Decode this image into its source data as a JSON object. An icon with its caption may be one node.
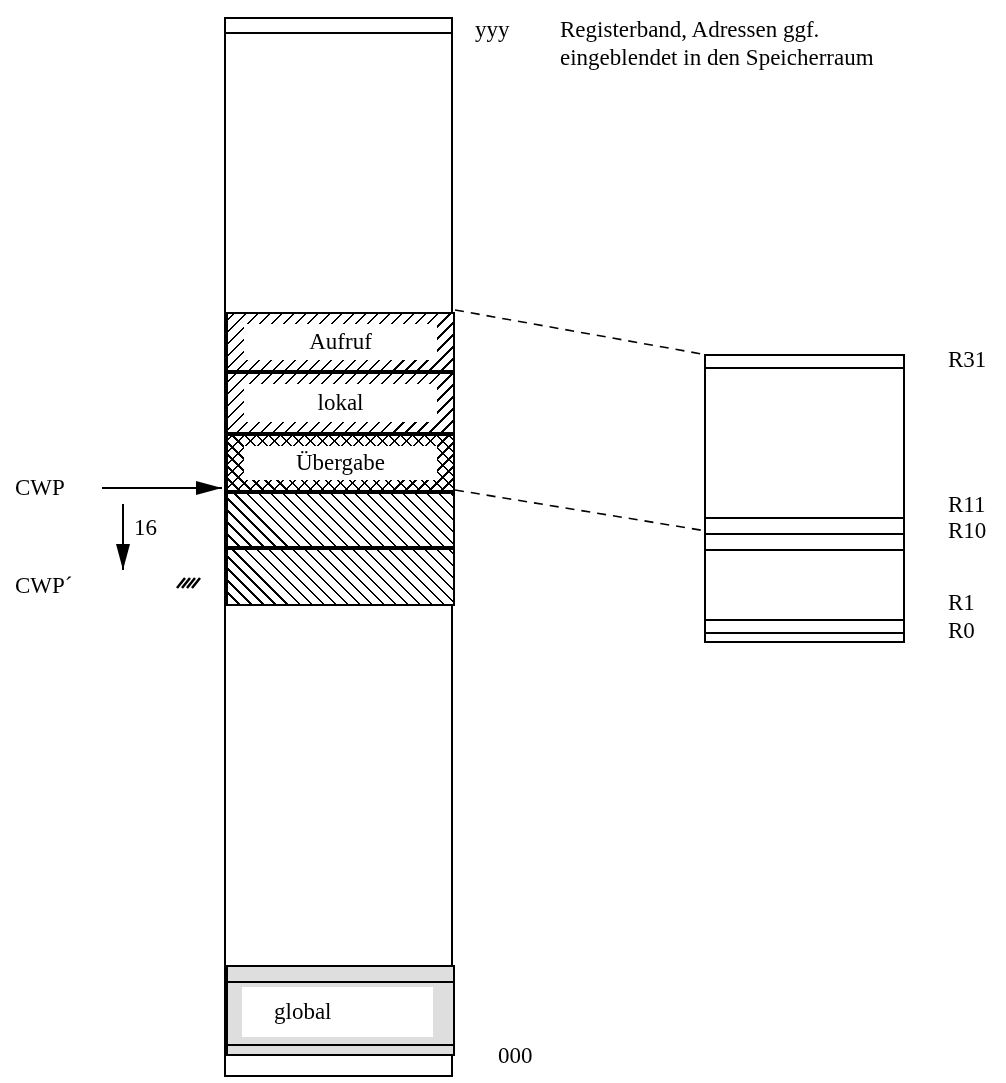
{
  "diagram": {
    "nodes": [
      {
        "text": [],
        "shape": "box"
      },
      {
        "text": [
          "Aufruf"
        ],
        "in": 0
      },
      {
        "text": [
          "lokal"
        ],
        "in": 0
      },
      {
        "text": [
          "Übergabe"
        ],
        "in": 0
      },
      {
        "text": [],
        "shape": "box",
        "in": 0
      },
      {
        "text": [],
        "shape": "box",
        "in": 0
      },
      {
        "text": [
          "global"
        ],
        "in": 0
      },
      {
        "text": [],
        "shape": "box"
      },
      {
        "text": [
          "CWP"
        ]
      },
      {
        "text": [
          "CWP´"
        ]
      }
    ],
    "edges": [
      {
        "from": 8,
        "to": 0,
        "arrow": "to"
      },
      {
        "from": 8,
        "to": 9,
        "arrow": "to",
        "label": "16"
      },
      {
        "from": 1,
        "to": 7,
        "arrow": "none",
        "style": "dashed"
      },
      {
        "from": 3,
        "to": 7,
        "arrow": "none",
        "style": "dashed"
      }
    ],
    "labels": [
      "yyy",
      "Registerband, Adressen ggf. eingeblendet in den Speicherraum",
      "R31",
      "R11",
      "R10",
      "R1",
      "R0",
      "000"
    ]
  }
}
